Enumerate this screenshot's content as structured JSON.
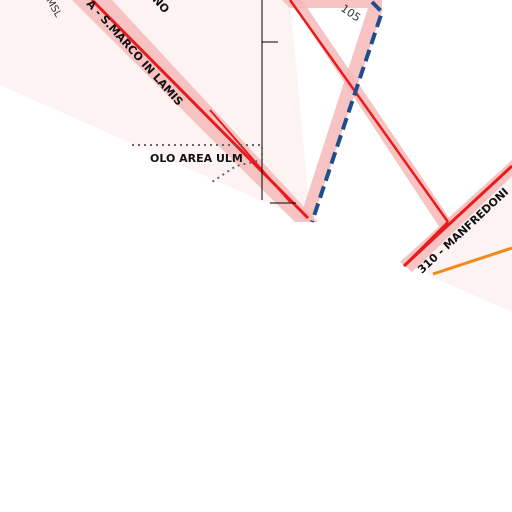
{
  "map": {
    "labels": {
      "corridor_sm_lamis": "A - S.MARCO IN LAMIS",
      "corridor_top": "NO",
      "area_ulm": "OLO AREA ULM",
      "route_310": "310 - MANFREDONI",
      "number_105": "105",
      "msl": "MSL"
    },
    "colors": {
      "background": "#ffffff",
      "route_red": "#e81c1c",
      "buffer_pink": "#f6b8b8",
      "zone_fill": "#fdf3f3",
      "dashed_blue": "#1f4e8c",
      "dotted_grey": "#666666",
      "orange_line": "#f0891a",
      "black_line": "#000000"
    }
  }
}
